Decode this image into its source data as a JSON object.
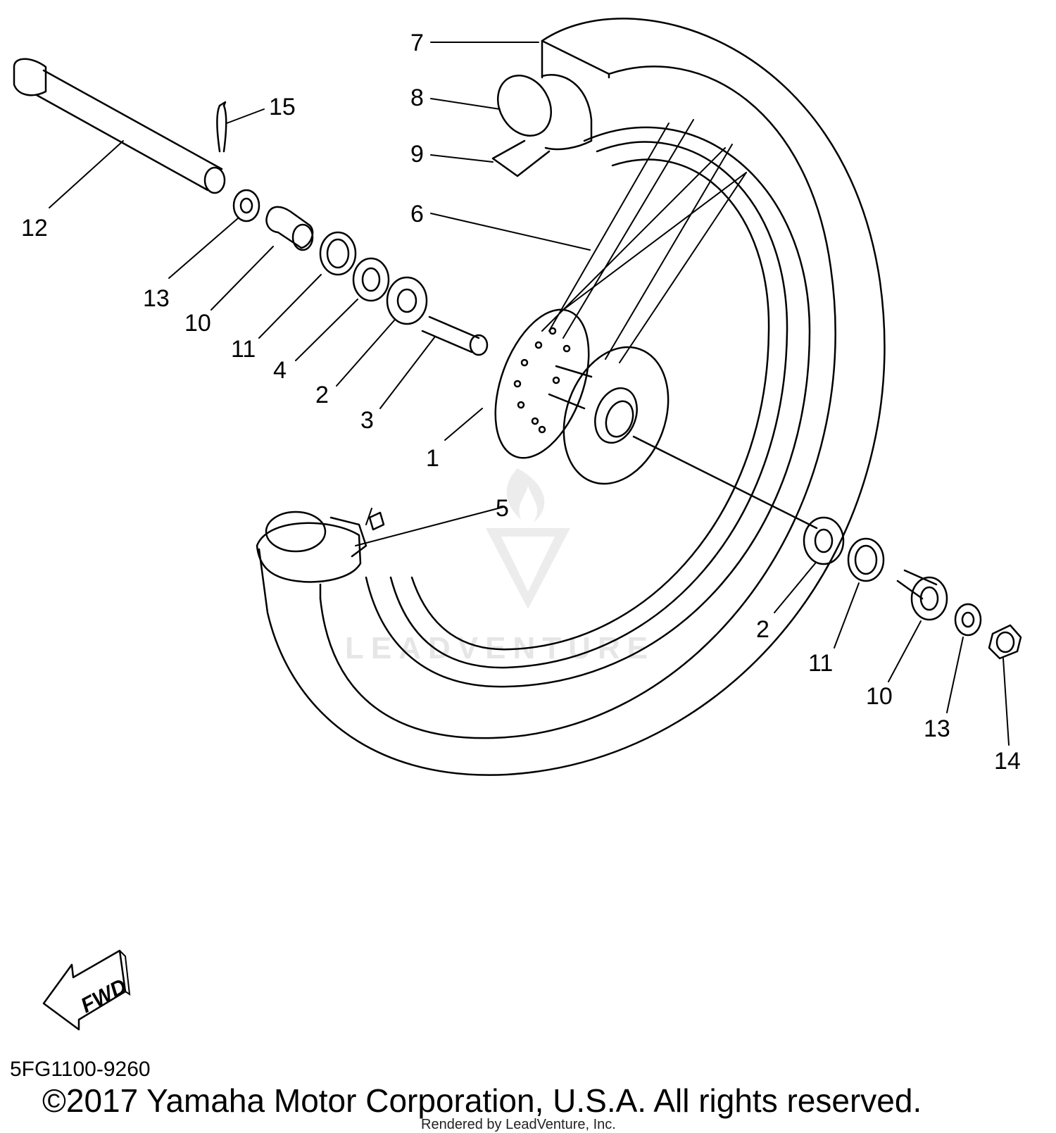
{
  "callouts": {
    "c1": "1",
    "c2a": "2",
    "c2b": "2",
    "c3": "3",
    "c4": "4",
    "c5": "5",
    "c6": "6",
    "c7": "7",
    "c8": "8",
    "c9": "9",
    "c10a": "10",
    "c10b": "10",
    "c11a": "11",
    "c11b": "11",
    "c12": "12",
    "c13a": "13",
    "c13b": "13",
    "c14": "14",
    "c15": "15"
  },
  "fwd_label": "FWD",
  "diagram_code": "5FG1100-9260",
  "copyright": "©2017 Yamaha Motor Corporation, U.S.A. All rights reserved.",
  "rendered_by": "Rendered by LeadVenture, Inc.",
  "watermark": "LEADVENTURE",
  "colors": {
    "line": "#000000",
    "background": "#ffffff",
    "watermark": "#e6e6e6"
  },
  "icons": [
    "fwd-arrow-icon",
    "leadventure-logo"
  ]
}
